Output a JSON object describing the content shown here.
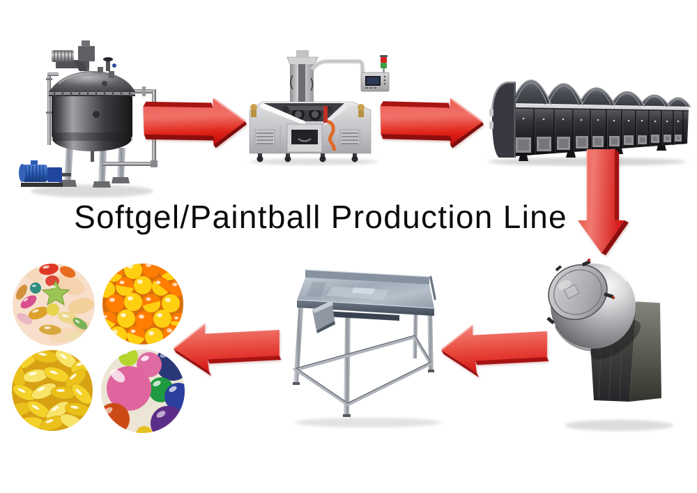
{
  "title": "Softgel/Paintball Production Line",
  "colors": {
    "arrow_red": "#e42020",
    "background": "#ffffff",
    "steel_dark": "#2a2a2e",
    "steel_light": "#d8d8da",
    "pump_blue": "#2b5cb4"
  },
  "figures": {
    "mixing_tank": "stainless-steel mixing tank with blue pump",
    "encapsulation_machine": "softgel encapsulation machine with control panel",
    "tumble_dryer": "tumble dryer tunnel line",
    "coating_pan": "coating pan on stand",
    "inspection_table": "stainless inspection table with chute",
    "product_photos": [
      "assorted softgel capsules",
      "orange and yellow paintballs",
      "yellow softgel capsules",
      "colorful paintballs"
    ]
  }
}
